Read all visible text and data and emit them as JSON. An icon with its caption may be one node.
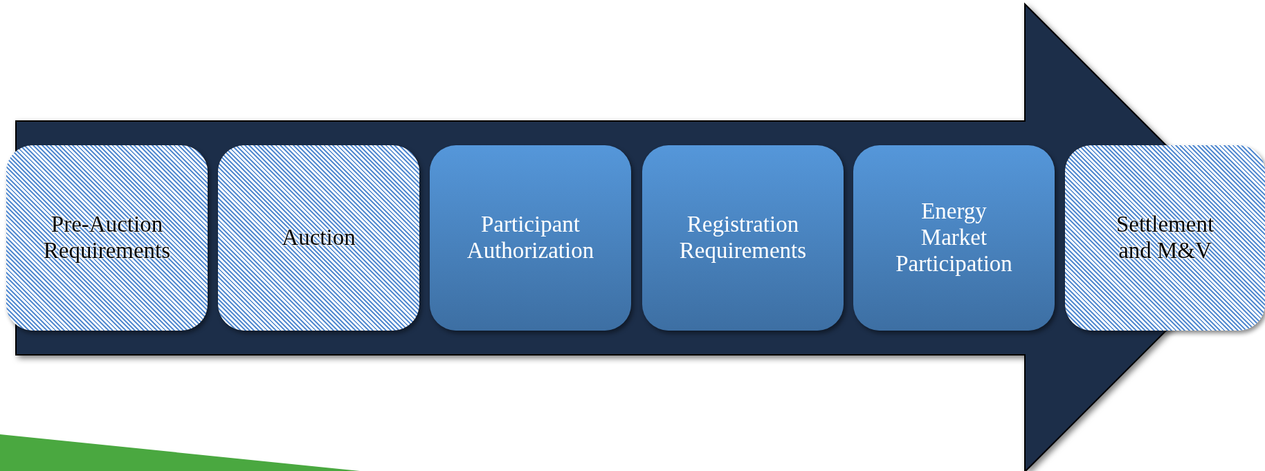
{
  "diagram": {
    "nodes": [
      {
        "text": [
          "Pre-Auction Requirements"
        ]
      },
      {
        "text": [
          "Auction"
        ]
      },
      {
        "text": [
          "Participant Authorization"
        ]
      },
      {
        "text": [
          "Registration Requirements"
        ]
      },
      {
        "text": [
          "Energy Market Participation"
        ]
      },
      {
        "text": [
          "Settlement and M&V"
        ]
      },
      {
        "text": [],
        "shape": "bar"
      }
    ],
    "edges": [
      {
        "from": 0,
        "to": 5,
        "arrow": "to"
      }
    ]
  }
}
